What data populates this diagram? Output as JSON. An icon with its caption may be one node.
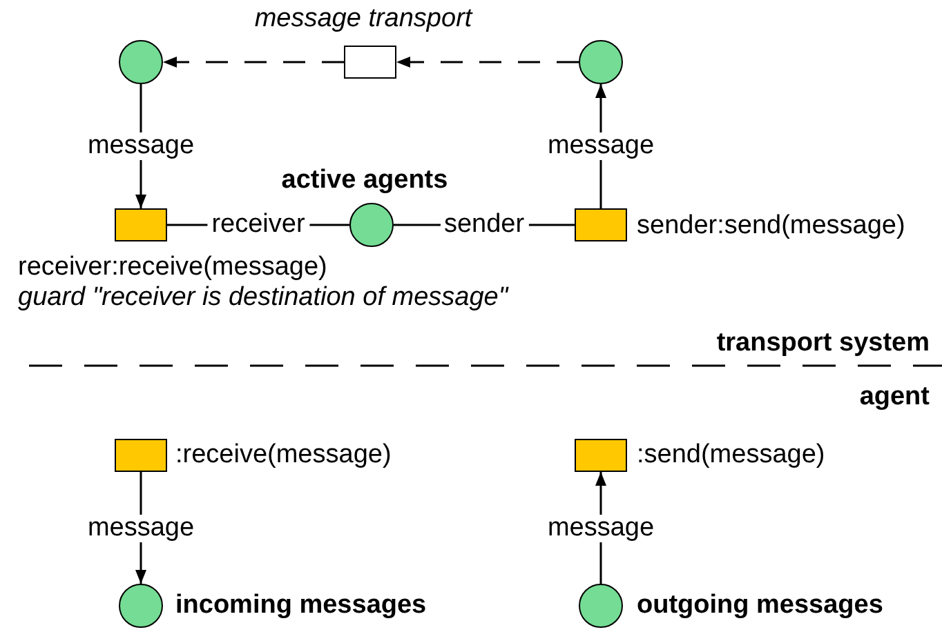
{
  "diagram": {
    "nodes": [
      {
        "text": [],
        "shape": "circle"
      },
      {
        "text": [],
        "shape": "box",
        "beside": [
          "message transport"
        ]
      },
      {
        "text": [],
        "shape": "circle"
      },
      {
        "text": [],
        "shape": "box",
        "beside": [
          "receiver:receive(message)",
          "guard \"receiver is destination of message\""
        ]
      },
      {
        "text": [],
        "shape": "circle",
        "beside": [
          "active agents"
        ]
      },
      {
        "text": [],
        "shape": "box",
        "beside": [
          "sender:send(message)"
        ]
      },
      {
        "text": [],
        "shape": "box",
        "beside": [
          ":receive(message)"
        ]
      },
      {
        "text": [],
        "shape": "box",
        "beside": [
          ":send(message)"
        ]
      },
      {
        "text": [],
        "shape": "circle",
        "beside": [
          "incoming messages"
        ]
      },
      {
        "text": [],
        "shape": "circle",
        "beside": [
          "outgoing messages"
        ]
      }
    ],
    "edges": [
      {
        "from": 2,
        "to": 1,
        "arrow": "to",
        "style": "dashed"
      },
      {
        "from": 1,
        "to": 0,
        "arrow": "to",
        "style": "dashed"
      },
      {
        "from": 0,
        "to": 3,
        "arrow": "to",
        "label": "message"
      },
      {
        "from": 3,
        "to": 4,
        "arrow": "none",
        "label": "receiver"
      },
      {
        "from": 4,
        "to": 5,
        "arrow": "none",
        "label": "sender"
      },
      {
        "from": 5,
        "to": 2,
        "arrow": "to",
        "label": "message"
      },
      {
        "from": 6,
        "to": 8,
        "arrow": "to",
        "label": "message"
      },
      {
        "from": 9,
        "to": 7,
        "arrow": "to",
        "label": "message"
      }
    ],
    "labels": [
      "transport system",
      "agent"
    ]
  }
}
